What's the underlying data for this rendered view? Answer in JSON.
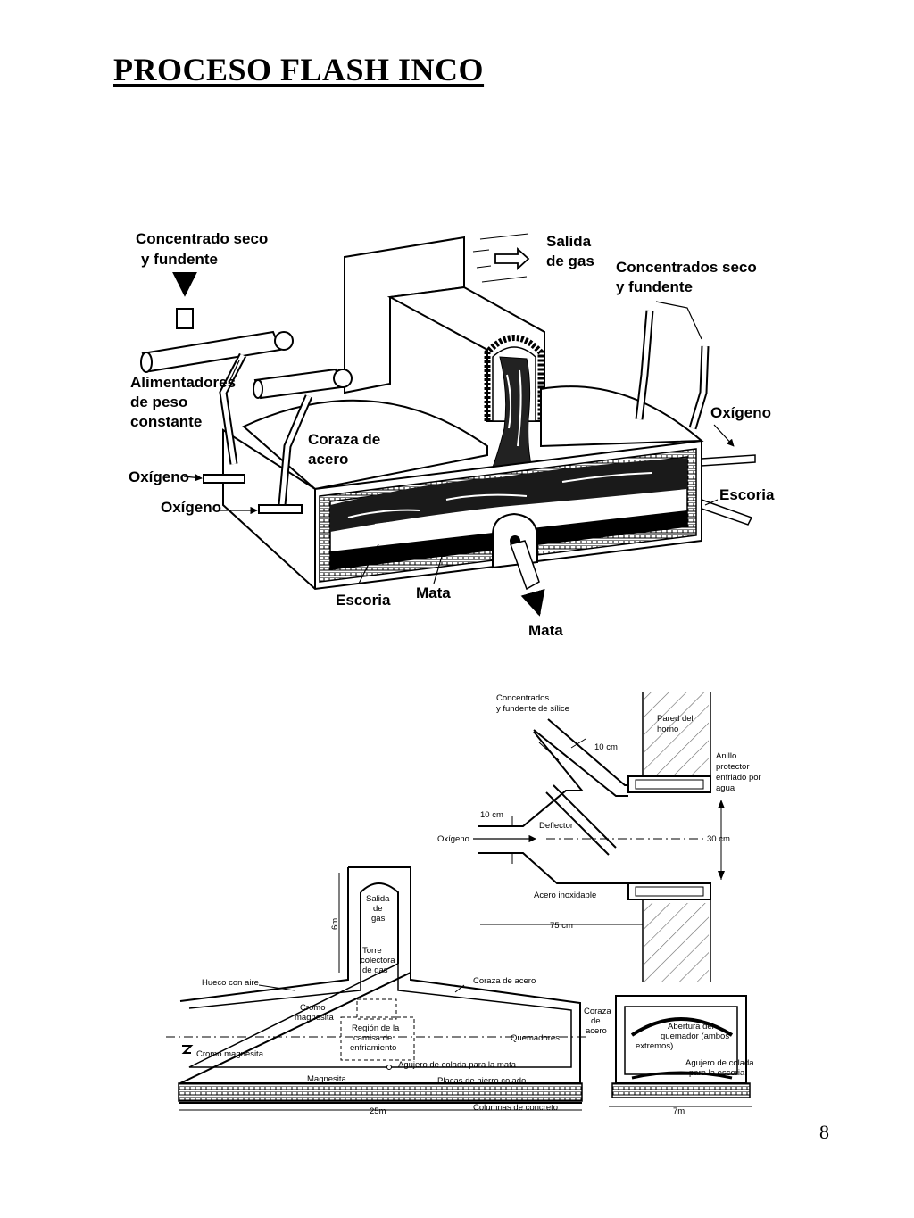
{
  "page": {
    "title": "PROCESO FLASH INCO",
    "page_number": "8"
  },
  "top_diagram": {
    "labels": {
      "concentrado_seco": "Concentrado seco",
      "y_fundente": "y fundente",
      "salida": "Salida",
      "de_gas": "de gas",
      "concentrados_seco": "Concentrados seco",
      "y_fundente_right": "y fundente",
      "alimentadores": "Alimentadores",
      "de_peso": "de peso",
      "constante": "constante",
      "coraza_de": "Coraza de",
      "acero": "acero",
      "oxigeno_right": "Oxígeno",
      "oxigeno_left1": "Oxígeno",
      "oxigeno_left2": "Oxígeno",
      "escoria_right": "Escoria",
      "escoria_bottom": "Escoria",
      "mata_bottom": "Mata",
      "mata_outlet": "Mata"
    }
  },
  "burner_detail": {
    "labels": {
      "concentrados": "Concentrados",
      "fundente_silice": "y fundente de sílice",
      "pared_del": "Pared del",
      "horno": "horno",
      "dim_10cm_top": "10 cm",
      "anillo": "Anillo",
      "protector": "protector",
      "enfriado": "enfriado por",
      "agua": "agua",
      "dim_10cm_left": "10 cm",
      "deflector": "Deflector",
      "oxigeno": "Oxígeno",
      "dim_30cm": "30 cm",
      "acero_inox": "Acero inoxidable",
      "dim_75cm": "75 cm"
    }
  },
  "cross_section": {
    "labels": {
      "salida": "Salida",
      "de": "de",
      "gas": "gas",
      "dim_6m": "6m",
      "torre": "Torre",
      "colectora": "colectora",
      "de_gas": "de gas",
      "hueco": "Hueco con aire",
      "coraza_acero": "Coraza de acero",
      "cromo": "Cromo",
      "magnesita": "magnesita",
      "region1": "Región de la",
      "region2": "camisa de",
      "region3": "enfriamiento",
      "quemadores": "Quemadores",
      "cromo_magnesita": "Cromo magnesita",
      "agujero_mata": "Agujero de colada para la mata",
      "magnesita_bottom": "Magnesita",
      "placas": "Placas de hierro colado",
      "dim_25m": "25m",
      "columnas": "Columnas de concreto",
      "coraza_r1": "Coraza",
      "coraza_r2": "de",
      "coraza_r3": "acero"
    }
  },
  "end_section": {
    "labels": {
      "abertura1": "Abertura del",
      "abertura2": "quemador (ambos",
      "abertura3": "extremos)",
      "agujero1": "Agujero de colada",
      "agujero2": "para la escoria",
      "dim_7m": "7m"
    }
  }
}
